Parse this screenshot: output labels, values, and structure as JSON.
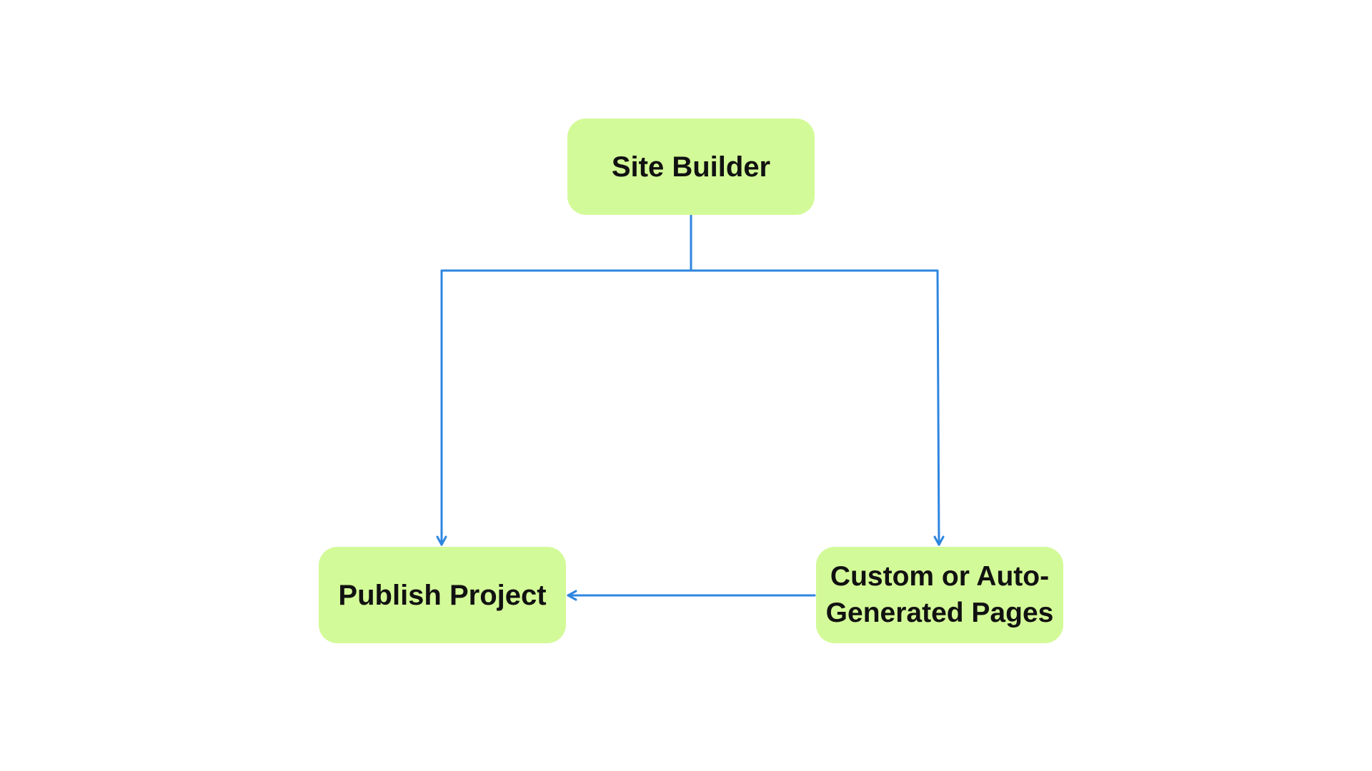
{
  "colors": {
    "background": "#ffffff",
    "node_fill": "#d3fa98",
    "node_text": "#111111",
    "connector": "#2e86e0"
  },
  "nodes": {
    "site_builder": {
      "label": "Site Builder"
    },
    "publish_project": {
      "label": "Publish Project"
    },
    "custom_pages": {
      "label": "Custom or Auto-Generated Pages"
    }
  },
  "edges": [
    {
      "from": "Site Builder",
      "to": "Publish Project"
    },
    {
      "from": "Site Builder",
      "to": "Custom or Auto-Generated Pages"
    },
    {
      "from": "Custom or Auto-Generated Pages",
      "to": "Publish Project"
    }
  ]
}
